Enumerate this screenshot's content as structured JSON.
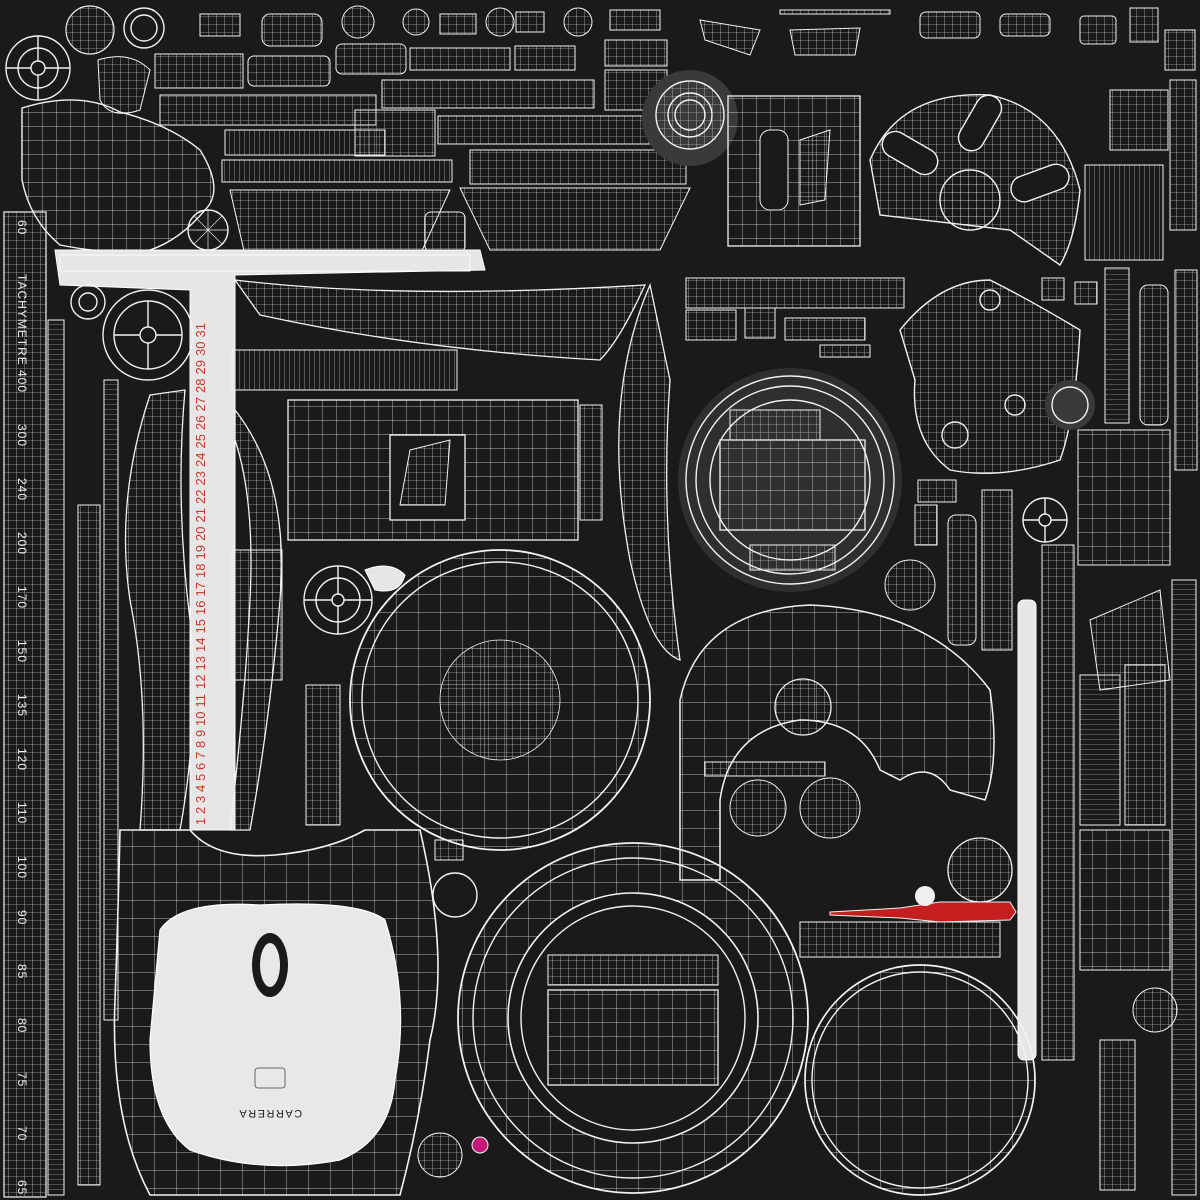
{
  "tachymeter": {
    "numbers": [
      "60",
      "TACHYMETRE",
      "400",
      "300",
      "240",
      "200",
      "170",
      "150",
      "135",
      "120",
      "110",
      "100",
      "90",
      "85",
      "80",
      "75",
      "70",
      "65"
    ]
  },
  "date_ring": {
    "numbers": [
      "1",
      "2",
      "3",
      "4",
      "5",
      "6",
      "7",
      "8",
      "9",
      "10",
      "11",
      "12",
      "13",
      "14",
      "15",
      "16",
      "17",
      "18",
      "19",
      "20",
      "21",
      "22",
      "23",
      "24",
      "25",
      "26",
      "27",
      "28",
      "29",
      "30",
      "31"
    ]
  },
  "dial": {
    "brand": "CARRERA"
  },
  "colors": {
    "background": "#1a1a1a",
    "wire": "#f2f2f2",
    "accent_red": "#c41e1e",
    "accent_magenta": "#c2187a"
  }
}
